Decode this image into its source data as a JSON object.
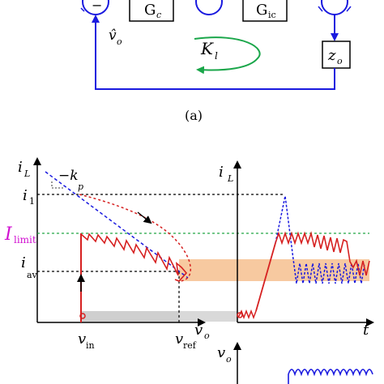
{
  "colors": {
    "signal_blue": "#1a1adf",
    "green_arrow": "#1aa64a",
    "red_trace": "#d62020",
    "limit_green": "#22a844",
    "limit_magenta": "#d10fd1",
    "shade_orange": "#f7c9a0",
    "shade_gray": "#cfcfcf"
  },
  "block_diagram": {
    "blocks": {
      "gc": "G",
      "gc_sub": "c",
      "gic": "G",
      "gic_sub": "ic",
      "zo": "z",
      "zo_sub": "o"
    },
    "sum_sign": "−",
    "vo_hat": "v̂",
    "vo_hat_sub": "o",
    "loop_gain": "K",
    "loop_gain_sub": "l"
  },
  "caption": "(a)",
  "left_plot": {
    "y_axis": "i",
    "y_axis_sub": "L",
    "x_axis": "v",
    "x_axis_sub": "o",
    "i1": "i",
    "i1_sub": "1",
    "ilimit": "I",
    "ilimit_sub": "limit",
    "iav": "i",
    "iav_sub": "av",
    "kp": "−k",
    "kp_sub": "p",
    "vin": "v",
    "vin_sub": "in",
    "vref": "v",
    "vref_sub": "ref"
  },
  "right_plot": {
    "y_axis": "i",
    "y_axis_sub": "L",
    "x_axis": "t",
    "lower_y_axis": "v",
    "lower_y_axis_sub": "o"
  }
}
